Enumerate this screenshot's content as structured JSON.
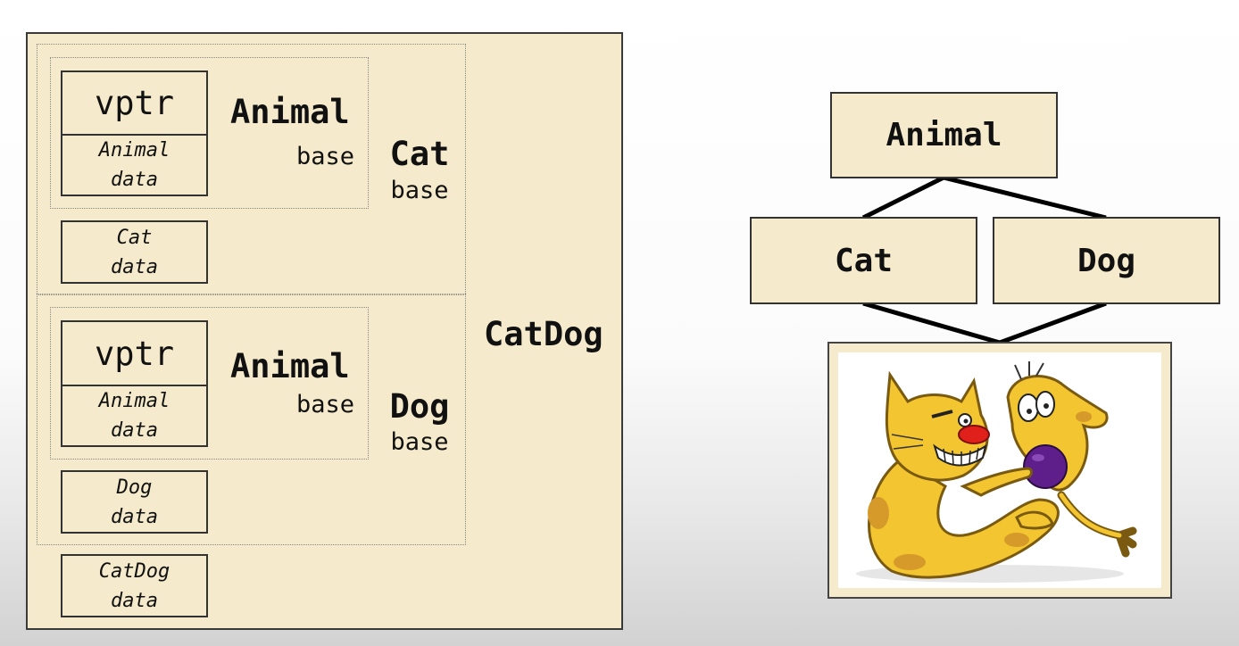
{
  "layout": {
    "catdog_label": "CatDog",
    "cat_group": {
      "animal_subobject": {
        "vptr": "vptr",
        "data_line1": "Animal",
        "data_line2": "data",
        "label": "Animal",
        "sublabel": "base"
      },
      "data_line1": "Cat",
      "data_line2": "data",
      "label": "Cat",
      "sublabel": "base"
    },
    "dog_group": {
      "animal_subobject": {
        "vptr": "vptr",
        "data_line1": "Animal",
        "data_line2": "data",
        "label": "Animal",
        "sublabel": "base"
      },
      "data_line1": "Dog",
      "data_line2": "data",
      "label": "Dog",
      "sublabel": "base"
    },
    "catdog_data_line1": "CatDog",
    "catdog_data_line2": "data"
  },
  "hierarchy": {
    "root": "Animal",
    "left_child": "Cat",
    "right_child": "Dog"
  },
  "illustration": {
    "description_icon": "catdog-cartoon-illustration",
    "colors": {
      "body": "#f2c531",
      "outline": "#7a5a10",
      "spots": "#d69a2a",
      "nose": "#e0201a",
      "ball": "#5e1f8a"
    }
  }
}
